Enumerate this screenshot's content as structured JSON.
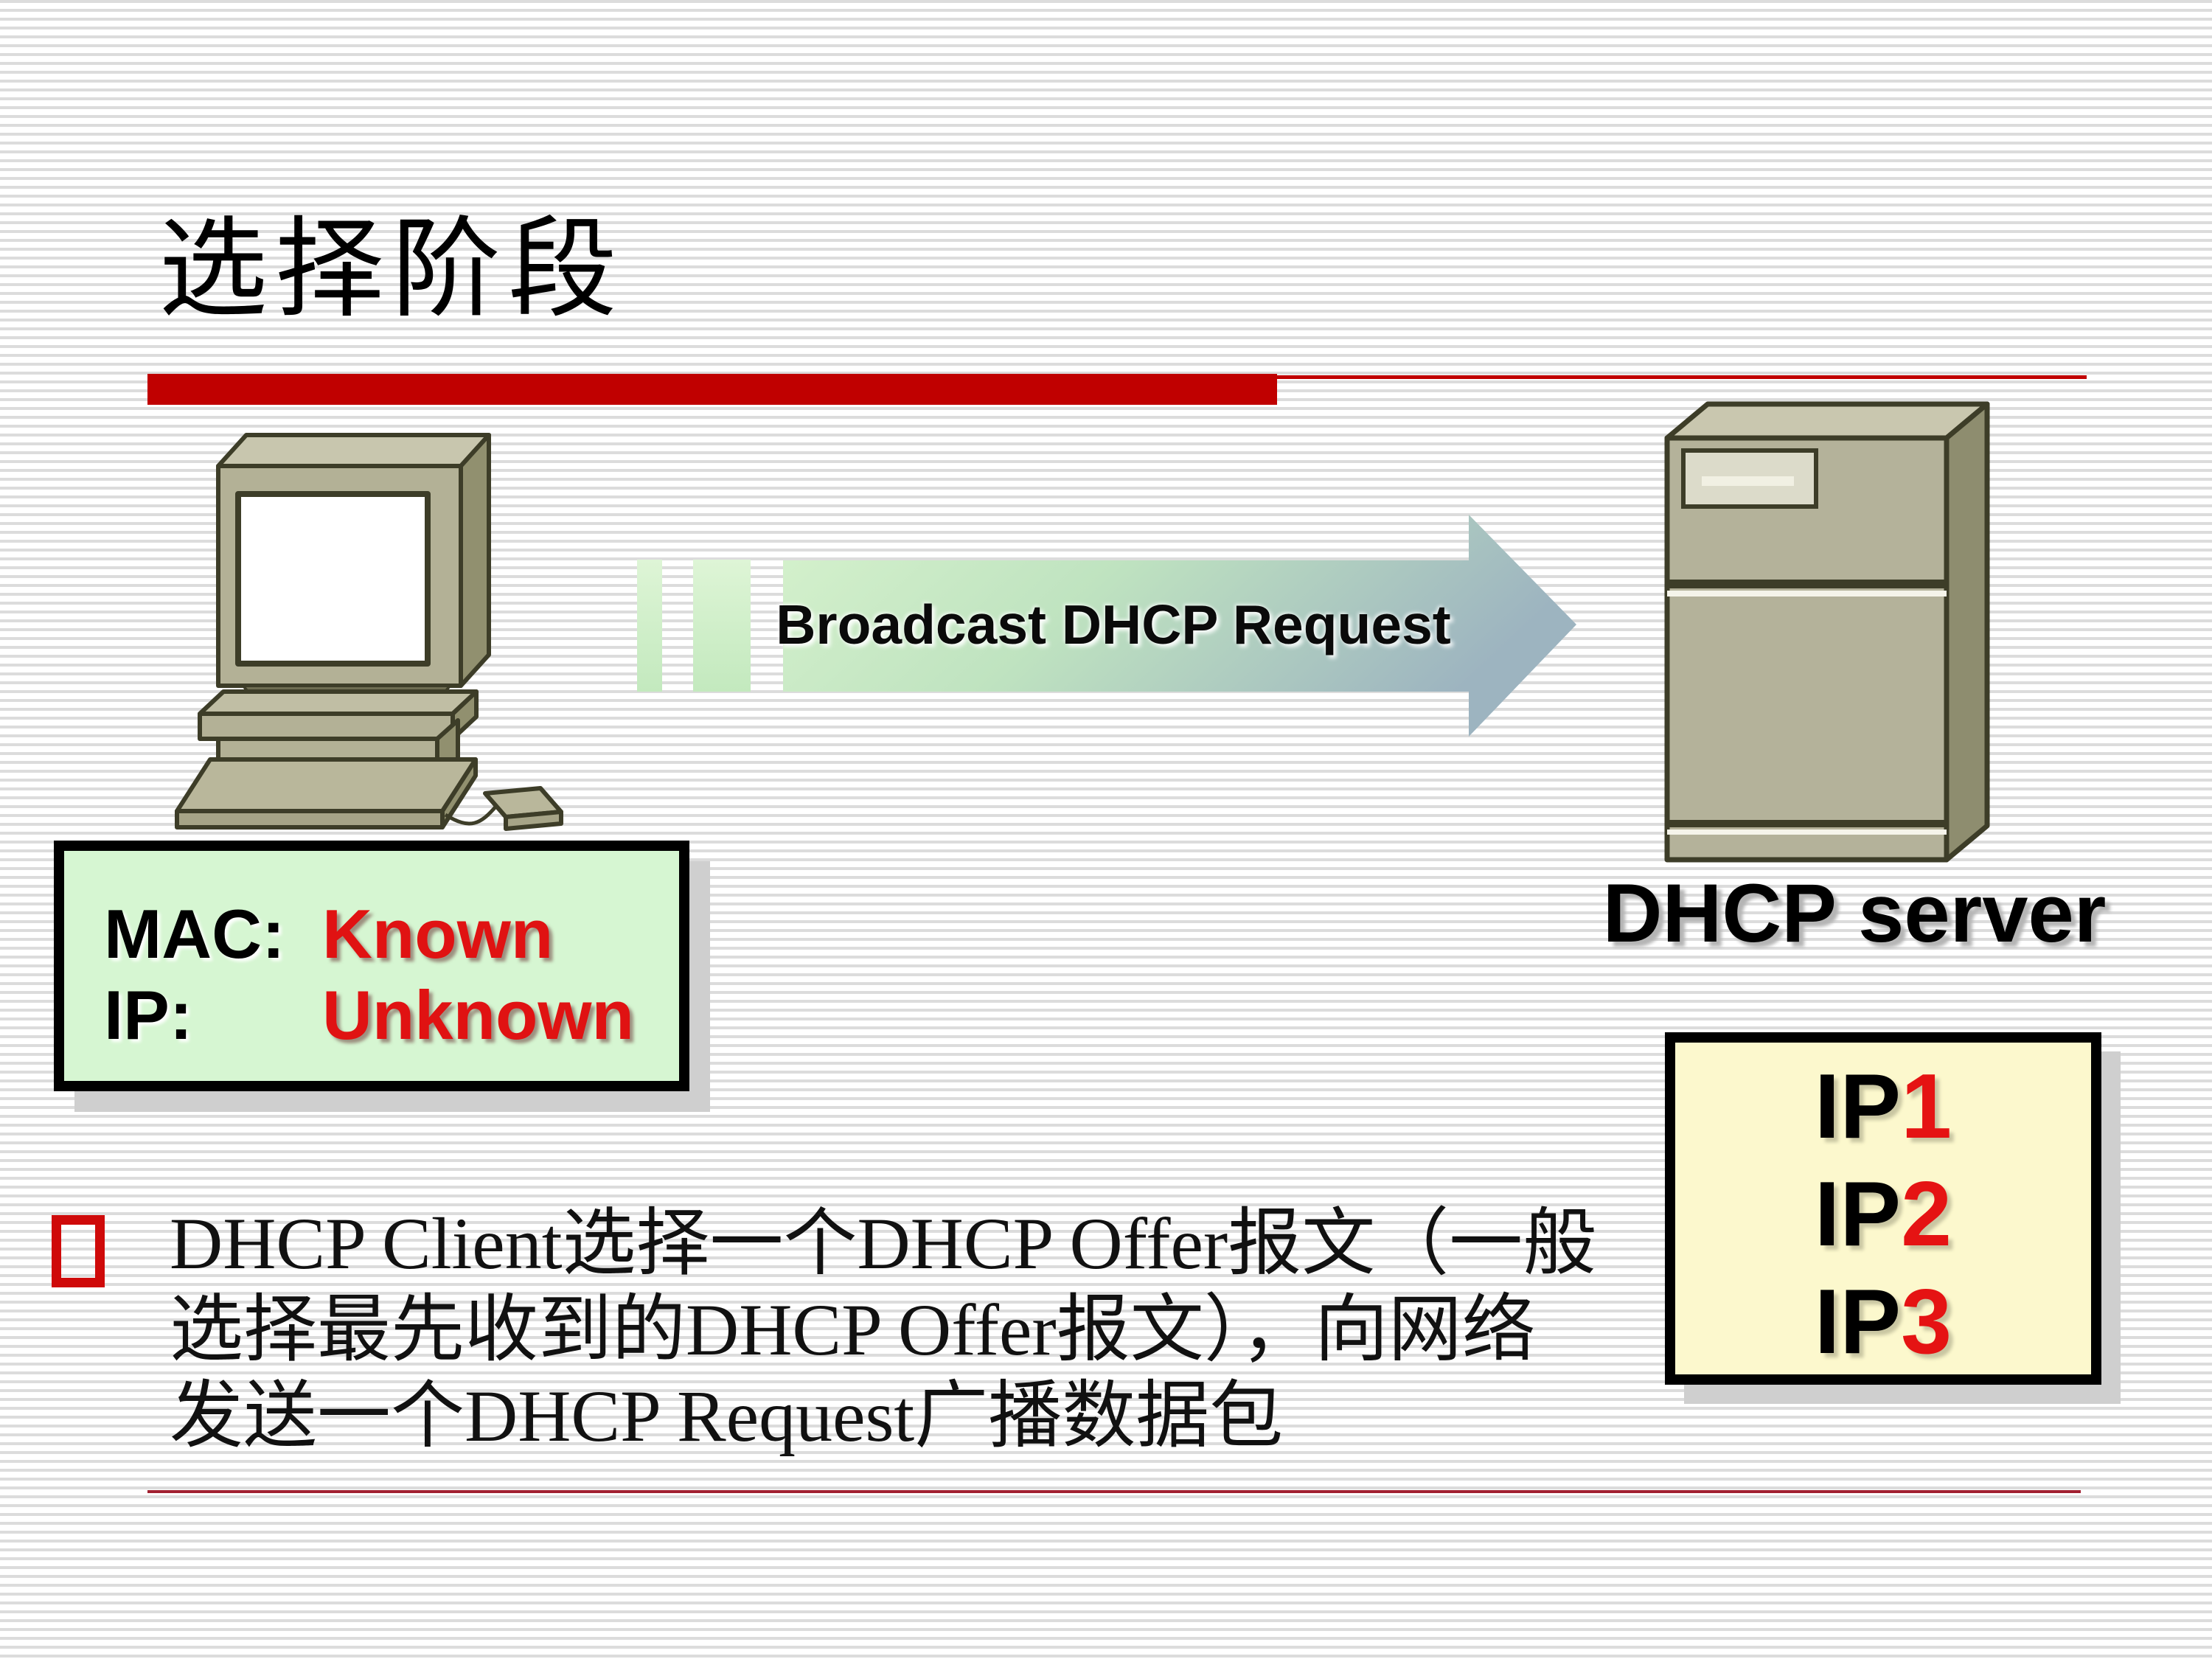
{
  "slide": {
    "title": "选择阶段",
    "arrow_label": "Broadcast DHCP Request",
    "client_box": {
      "mac_label": "MAC:",
      "mac_value": "Known",
      "ip_label": "IP:",
      "ip_value": "Unknown"
    },
    "server_label": "DHCP server",
    "server_box": {
      "items": [
        {
          "prefix": "IP",
          "num": "1"
        },
        {
          "prefix": "IP",
          "num": "2"
        },
        {
          "prefix": "IP",
          "num": "3"
        }
      ]
    },
    "bullet": {
      "lines": [
        "DHCP Client选择一个DHCP Offer报文（一般",
        "选择最先收到的DHCP Offer报文），向网络",
        "发送一个DHCP Request广播数据包"
      ]
    },
    "colors": {
      "accent_red": "#c00000",
      "separator_red": "#a12030",
      "client_box_bg": "#d6f6d2",
      "server_box_bg": "#fcf8cd",
      "value_red": "#e01212",
      "machine_khaki": "#b3b196",
      "arrow_green": "#d6f2cd",
      "arrow_blue_gray": "#9db4c0"
    }
  }
}
